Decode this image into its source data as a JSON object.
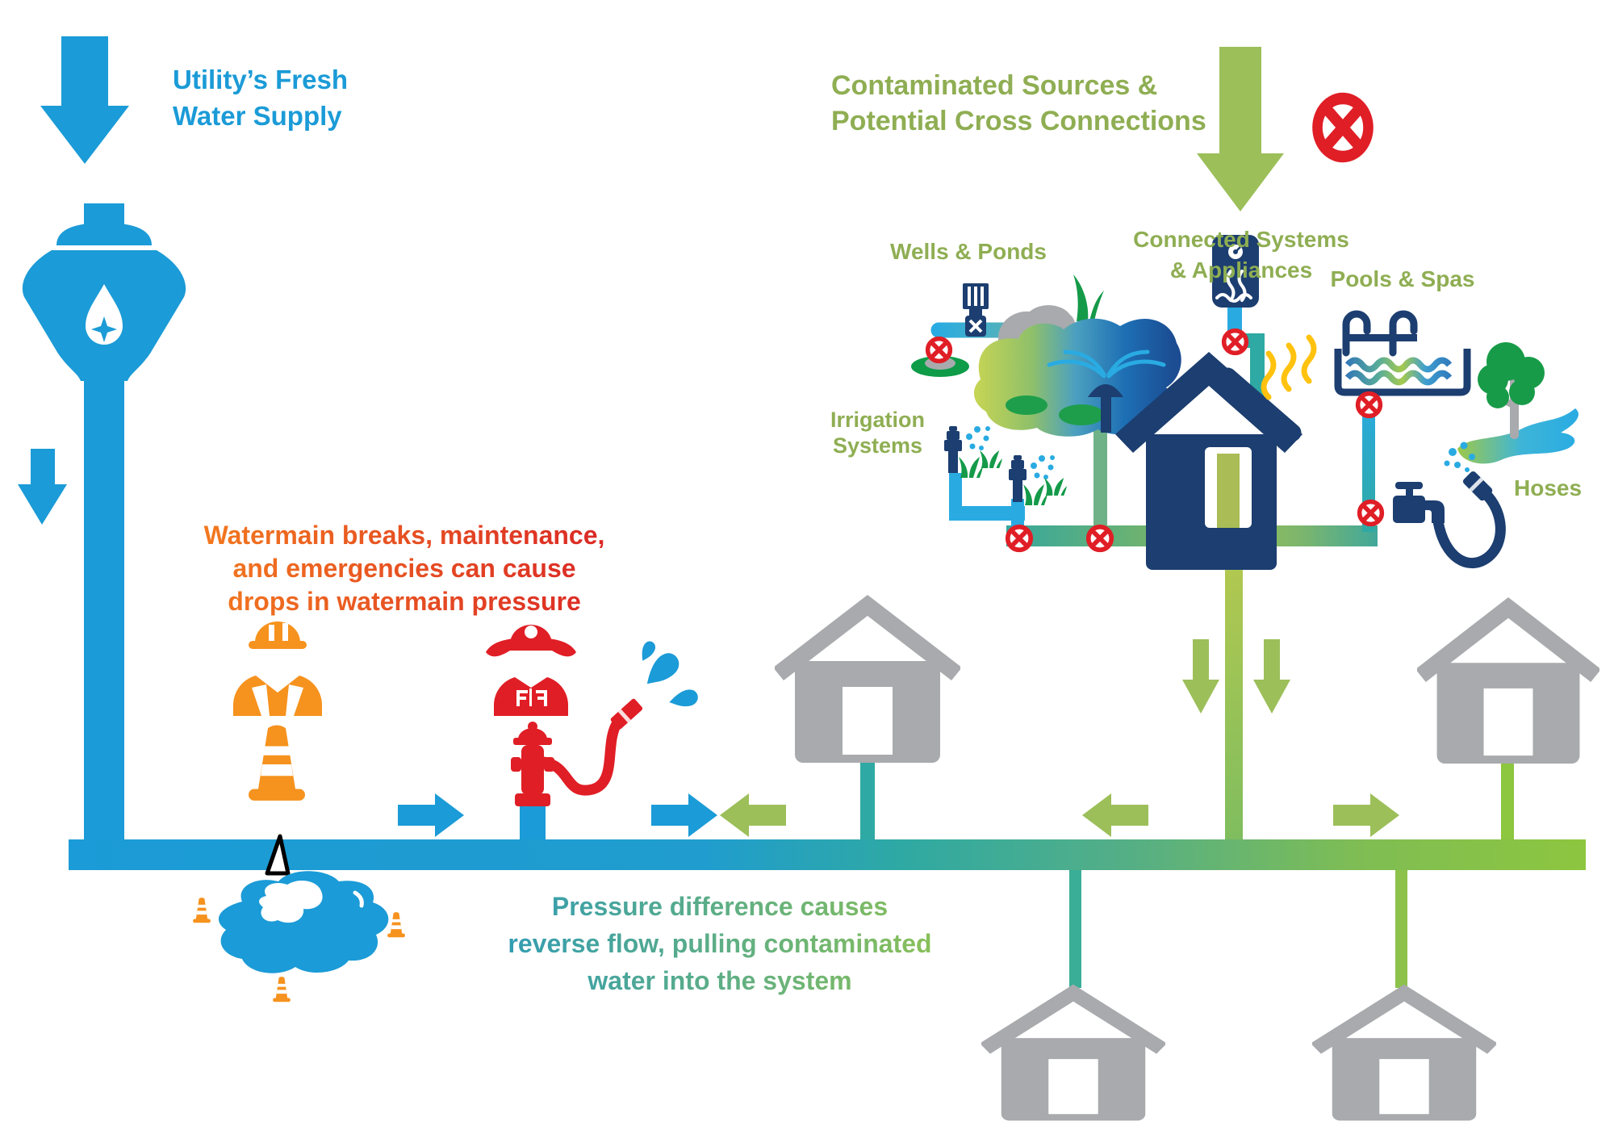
{
  "labels": {
    "utility_supply": {
      "line1": "Utility’s Fresh",
      "line2": "Water Supply"
    },
    "contaminated": {
      "line1": "Contaminated Sources &",
      "line2": "Potential Cross Connections"
    },
    "connected": {
      "line1": "Connected Systems",
      "line2": "& Appliances"
    },
    "wells_ponds": "Wells & Ponds",
    "pools_spas": "Pools & Spas",
    "irrigation": {
      "line1": "Irrigation",
      "line2": "Systems"
    },
    "hoses": "Hoses",
    "watermain_note": {
      "line1": "Watermain breaks, maintenance,",
      "line2": "and emergencies can cause",
      "line3": "drops in watermain pressure"
    },
    "pressure_note": {
      "line1": "Pressure difference causes",
      "line2": "reverse flow, pulling contaminated",
      "line3": "water into the system"
    }
  },
  "colors": {
    "fresh_water_blue": "#1B9BD7",
    "pipe_light_blue": "#29ABE2",
    "navy": "#1C3E70",
    "teal": "#2FA9A3",
    "contaminated_green": "#8DC63F",
    "arrow_green": "#9CBF5A",
    "label_green": "#8FAE53",
    "warning_red": "#E01E26",
    "construction_orange": "#F6921E",
    "house_gray": "#A8AAAD",
    "grass_green": "#149A49",
    "heat_yellow": "#FFC20E",
    "warm_text_gradient": "#F5821E → #D81F26",
    "cool_text_gradient": "#2C9AB8 → #8FC253"
  },
  "icons": {
    "supply-arrow-icon": "large blue down arrow",
    "water-supply-icon": "stylized water main with sparkling droplet",
    "prohibition-icon": "red circle with X (backflow not allowed)",
    "worker-icon": "construction worker with hard hat",
    "cone-icon": "traffic cone",
    "firefighter-icon": "firefighter with helmet",
    "hydrant-icon": "fire hydrant with hose spraying droplets",
    "house-icon": "gray household",
    "navy-house-icon": "home with heated roof pipe",
    "water-heater-icon": "water heater with gauge and flame",
    "well-pump-icon": "well pump on pipe",
    "pond-icon": "pond with fountain, lily pads and rock",
    "sprinkler-icon": "irrigation sprinkler head",
    "pool-icon": "pool with ladder and waves",
    "faucet-hose-icon": "outdoor faucet with coiled hose",
    "tree-icon": "tree beside runoff stream",
    "flow-arrow-icon": "pipe flow direction arrow"
  }
}
